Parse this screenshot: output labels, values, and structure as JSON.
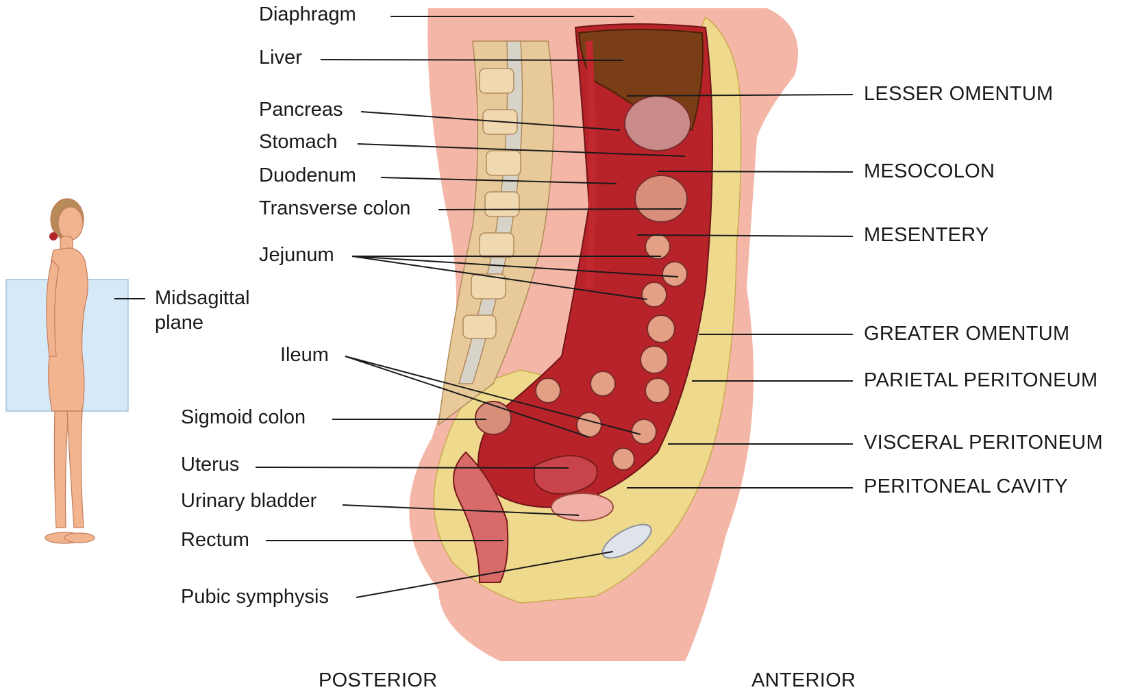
{
  "labels_left": [
    {
      "id": "diaphragm",
      "text": "Diaphragm"
    },
    {
      "id": "liver",
      "text": "Liver"
    },
    {
      "id": "pancreas",
      "text": "Pancreas"
    },
    {
      "id": "stomach",
      "text": "Stomach"
    },
    {
      "id": "duodenum",
      "text": "Duodenum"
    },
    {
      "id": "transverse-colon",
      "text": "Transverse colon"
    },
    {
      "id": "jejunum",
      "text": "Jejunum"
    },
    {
      "id": "ileum",
      "text": "Ileum"
    },
    {
      "id": "sigmoid-colon",
      "text": "Sigmoid colon"
    },
    {
      "id": "uterus",
      "text": "Uterus"
    },
    {
      "id": "urinary-bladder",
      "text": "Urinary bladder"
    },
    {
      "id": "rectum",
      "text": "Rectum"
    },
    {
      "id": "pubic-symphysis",
      "text": "Pubic symphysis"
    }
  ],
  "labels_right": [
    {
      "id": "lesser-omentum",
      "text": "LESSER OMENTUM"
    },
    {
      "id": "mesocolon",
      "text": "MESOCOLON"
    },
    {
      "id": "mesentery",
      "text": "MESENTERY"
    },
    {
      "id": "greater-omentum",
      "text": "GREATER OMENTUM"
    },
    {
      "id": "parietal-peritoneum",
      "text": "PARIETAL PERITONEUM"
    },
    {
      "id": "visceral-peritoneum",
      "text": "VISCERAL PERITONEUM"
    },
    {
      "id": "peritoneal-cavity",
      "text": "PERITONEAL CAVITY"
    }
  ],
  "plane": {
    "line1": "Midsagittal",
    "line2": "plane"
  },
  "orientation": {
    "posterior": "POSTERIOR",
    "anterior": "ANTERIOR"
  },
  "colors": {
    "skin": "#f4b7a7",
    "fat": "#efd98d",
    "organ_red": "#b8232a",
    "liver": "#7a3e17",
    "bone": "#e8c99a",
    "plane_box": "#cfe6f7"
  }
}
